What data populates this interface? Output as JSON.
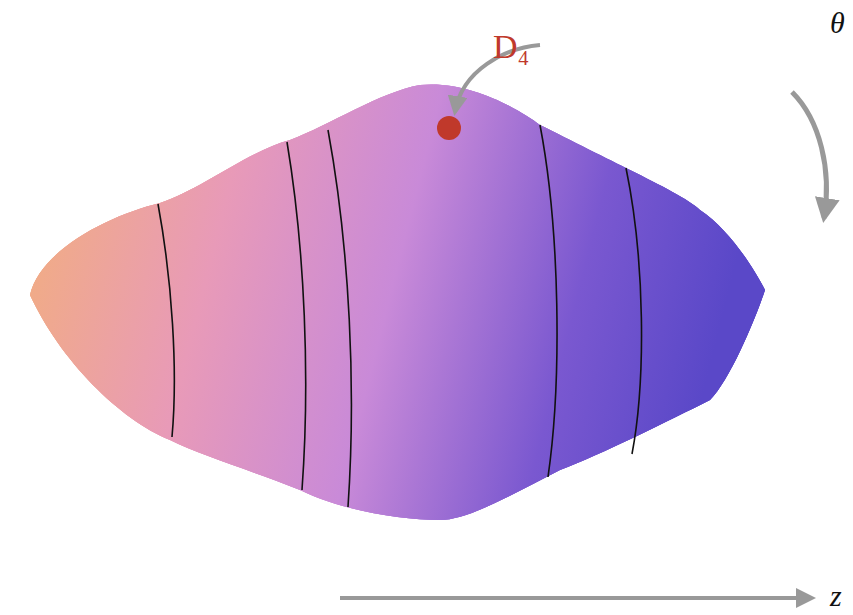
{
  "diagram": {
    "labels": [
      "D₄",
      "θ",
      "z"
    ]
  }
}
